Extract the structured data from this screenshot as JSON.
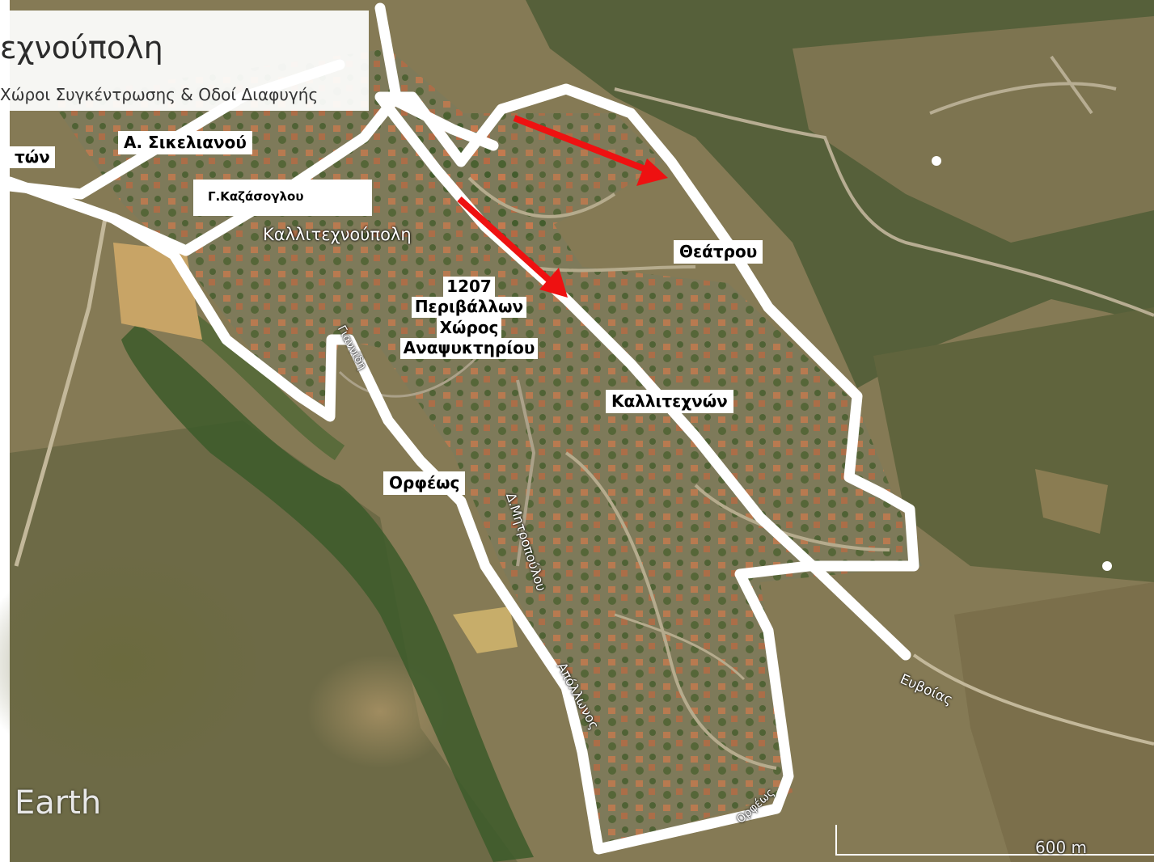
{
  "header": {
    "title": "εχνούπολη",
    "subtitle": "Χώροι Συγκέντρωσης & Οδοί Διαφυγής"
  },
  "labels": {
    "street_left": "τών",
    "sikelianou": "Α. Σικελιανού",
    "kazasoglou": "Γ.Καζάσογλου",
    "theatrou": "Θεάτρου",
    "site_number": "1207",
    "site_line1": "Περιβάλλων",
    "site_line2": "Χώρος",
    "site_line3": "Αναψυκτηρίου",
    "kallitechnon": "Καλλιτεχνών",
    "orfeos": "Ορφέως"
  },
  "map_text": {
    "place_name": "Καλλιτεχνούπολη",
    "evvoias": "Ευβοίας",
    "dimitropoulou": "Δ.Μητροπούλου",
    "apollonos": "Απόλλωνος",
    "giannidi": "Γιαννίδη",
    "orfeos_faint": "Ορφέως"
  },
  "watermark": {
    "brand": "Earth"
  },
  "scale": {
    "label": "600 m"
  },
  "colors": {
    "route": "#ffffff",
    "arrow": "#ee1111",
    "vegetation": "#4e6a30",
    "dry_land": "#8a7a54"
  },
  "icons": [
    "arrow-icon",
    "arrow-icon"
  ]
}
